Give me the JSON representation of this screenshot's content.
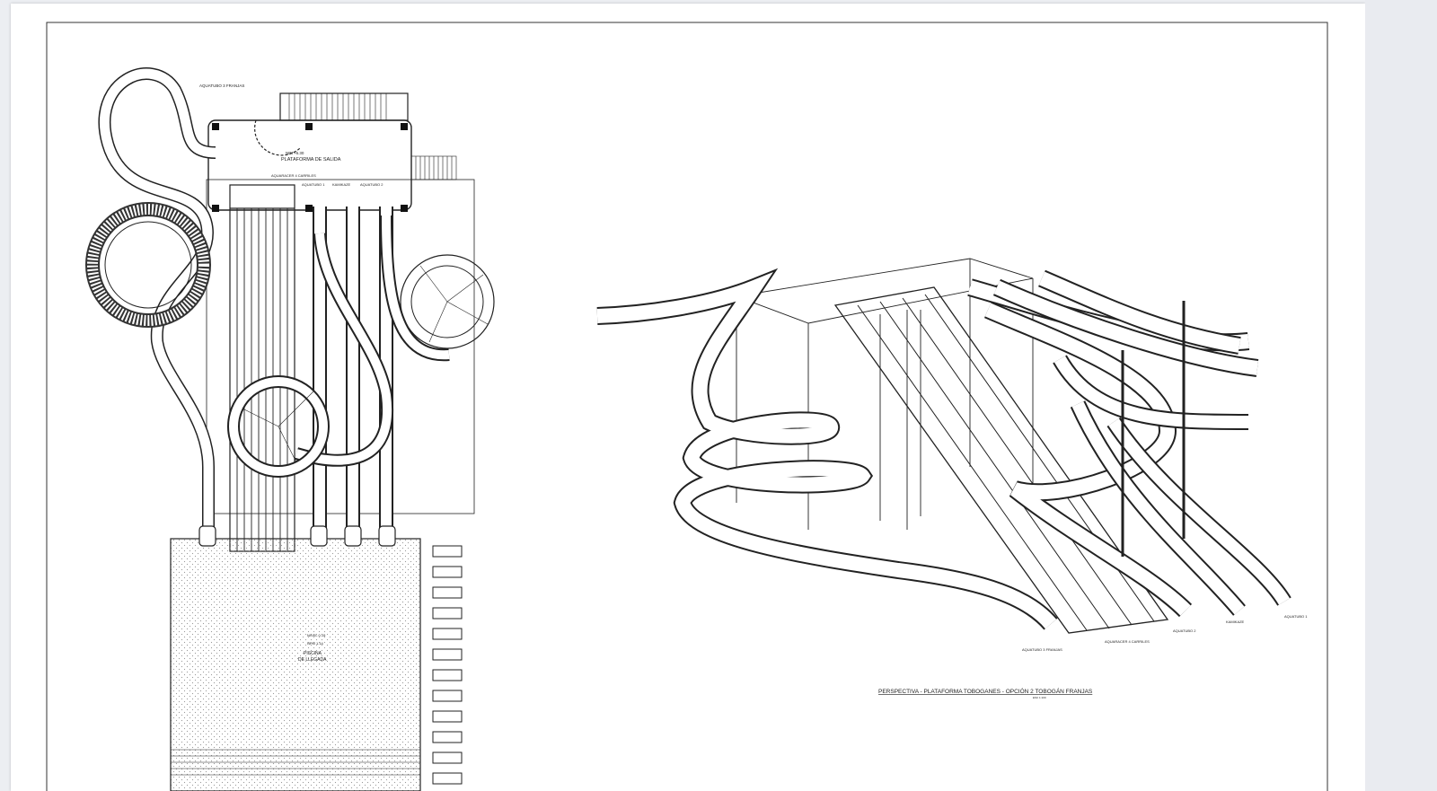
{
  "plan": {
    "label_aquatubo3": "AQUATUBO 3 FRANJAS",
    "platform_level": "NPT+6.30",
    "platform_title": "PLATAFORMA DE SALIDA",
    "label_aquaracer": "AQUARACER 4 CARRILES",
    "label_aquatubo1": "AQUATUBO 1",
    "label_kamikaze": "KAMIKAZE",
    "label_aquatubo2": "AQUATUBO 2",
    "pool_level_1": "NIVEL 0.15",
    "pool_level_2": "NPM 1.14",
    "pool_title_1": "PISCINA",
    "pool_title_2": "DE LLEGADA"
  },
  "perspective": {
    "label_aquatubo3": "AQUATUBO 3 FRANJAS",
    "label_aquaracer": "AQUARACER 4 CARRILES",
    "label_aquatubo2": "AQUATUBO 2",
    "label_kamikaze": "KAMIKAZE",
    "label_aquatubo1": "AQUATUBO 1",
    "title": "PERSPECTIVA - PLATAFORMA TOBOGANES - OPCIÓN 2 TOBOGÁN FRANJAS",
    "scale": "ESC 1:100"
  }
}
